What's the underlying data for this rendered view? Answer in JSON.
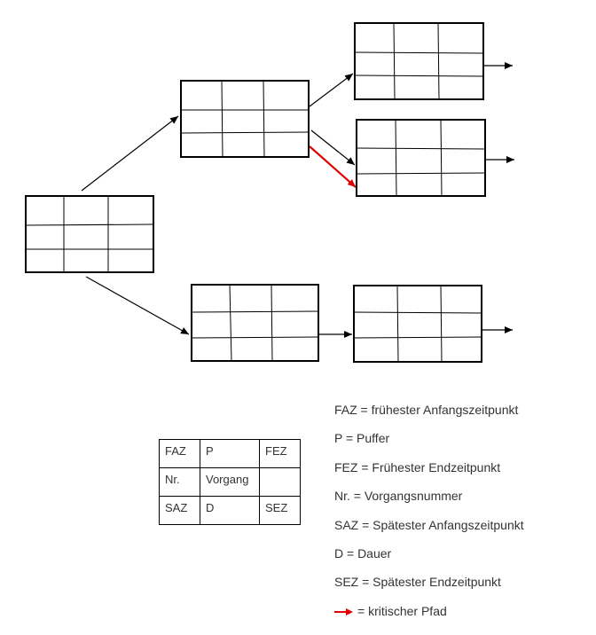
{
  "colors": {
    "node_border": "#000000",
    "arrow": "#000000",
    "critical_arrow": "#e00000"
  },
  "node_template": {
    "rows": [
      [
        "FAZ",
        "P",
        "FEZ"
      ],
      [
        "Nr.",
        "Vorgang",
        ""
      ],
      [
        "SAZ",
        "D",
        "SEZ"
      ]
    ]
  },
  "legend": [
    {
      "text": "FAZ = frühester Anfangszeitpunkt"
    },
    {
      "text": "P = Puffer"
    },
    {
      "text": "FEZ = Frühester Endzeitpunkt"
    },
    {
      "text": "Nr. = Vorgangsnummer"
    },
    {
      "text": "SAZ = Spätester Anfangszeitpunkt"
    },
    {
      "text": "D = Dauer"
    },
    {
      "text": "SEZ = Spätester Endzeitpunkt"
    },
    {
      "text": "= kritischer Pfad",
      "icon": "red-arrow-icon"
    }
  ]
}
